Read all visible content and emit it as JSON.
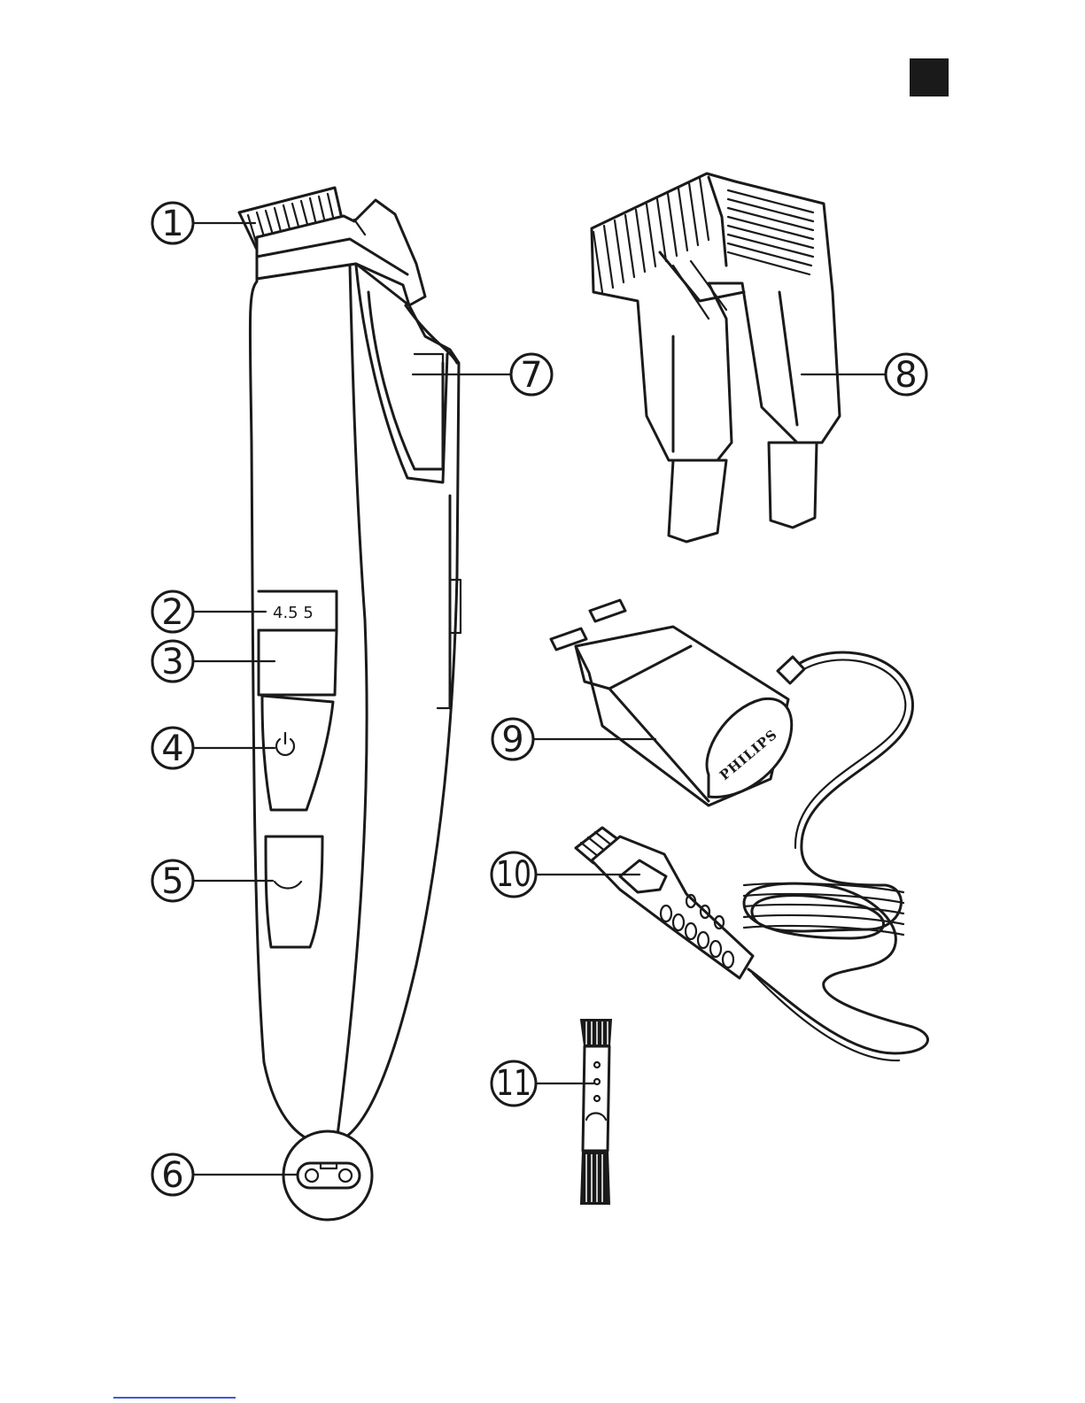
{
  "page": {
    "marker_color": "#1a1a1a",
    "ink_color": "#1a1a1a"
  },
  "trimmer": {
    "display_text": "4.5  5",
    "power_icon": "power-icon",
    "turbo_icon": "turbo-icon"
  },
  "adapter": {
    "brand_text": "PHILIPS"
  },
  "callouts": [
    {
      "id": "1",
      "label": "1"
    },
    {
      "id": "2",
      "label": "2"
    },
    {
      "id": "3",
      "label": "3"
    },
    {
      "id": "4",
      "label": "4"
    },
    {
      "id": "5",
      "label": "5"
    },
    {
      "id": "6",
      "label": "6"
    },
    {
      "id": "7",
      "label": "7"
    },
    {
      "id": "8",
      "label": "8"
    },
    {
      "id": "9",
      "label": "9"
    },
    {
      "id": "10",
      "label": "10"
    },
    {
      "id": "11",
      "label": "11"
    }
  ]
}
